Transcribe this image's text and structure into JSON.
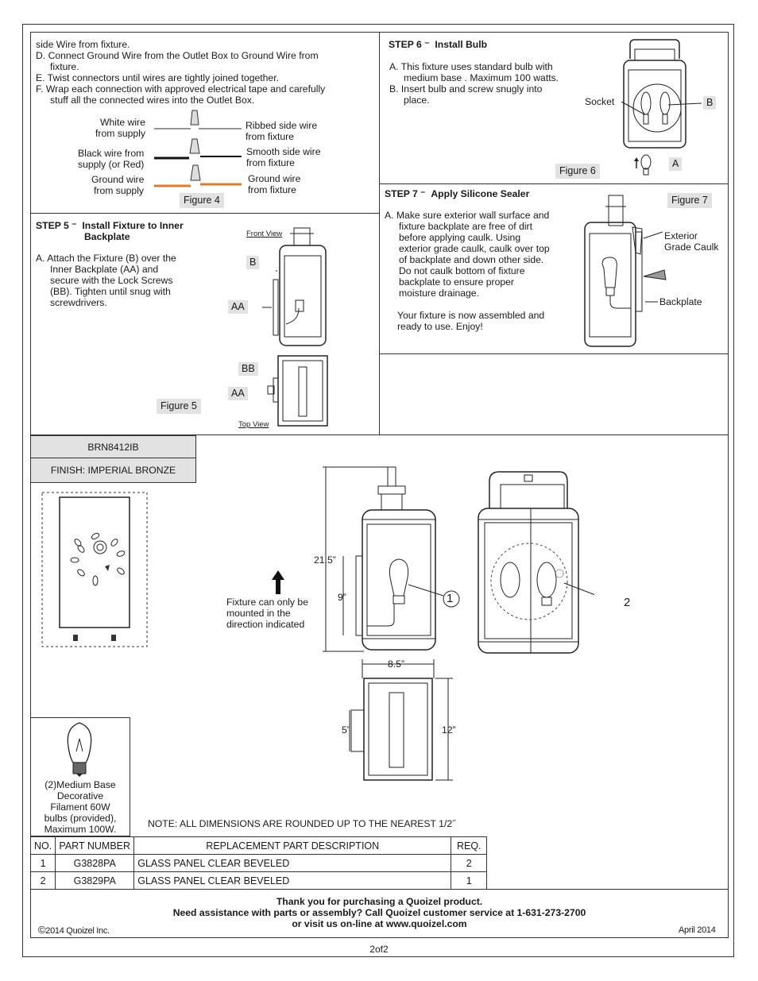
{
  "top_left": {
    "lines": [
      "side Wire from fixture.",
      "D. Connect Ground Wire from the Outlet Box to Ground Wire from",
      "fixture.",
      "E. Twist connectors until wires are tightly joined together.",
      "F. Wrap each connection with approved electrical tape and carefully",
      "stuff all the connected wires into the Outlet Box."
    ],
    "wires": {
      "white_l1": "White wire",
      "white_l2": "from supply",
      "black_l1": "Black wire from",
      "black_l2": "supply (or Red)",
      "ground_l1": "Ground wire",
      "ground_l2": "from supply",
      "ribbed_l1": "Ribbed side wire",
      "ribbed_l2": "from fixture",
      "smooth_l1": "Smooth side wire",
      "smooth_l2": "from fixture",
      "gfix_l1": "Ground wire",
      "gfix_l2": "from fixture"
    },
    "figure": "Figure 4",
    "colors": {
      "ground": "#e07b2a",
      "black": "#111111"
    }
  },
  "step5": {
    "num": "STEP 5",
    "title_l1": "Install Fixture to Inner",
    "title_l2": "Backplate",
    "lines": [
      "A. Attach the Fixture (B) over the",
      "Inner Backplate (AA) and",
      "secure with the Lock Screws",
      "(BB). Tighten until snug with",
      "screwdrivers."
    ],
    "front_view": "Front View",
    "top_view": "Top View",
    "label_b": "B",
    "label_aa": "AA",
    "label_bb": "BB",
    "label_aa2": "AA",
    "figure": "Figure 5"
  },
  "step6": {
    "num": "STEP 6",
    "title": "Install Bulb",
    "lines": [
      "A.  This fixture uses standard bulb with",
      "medium base . Maximum 100 watts.",
      "B.  Insert bulb and screw snugly into",
      "place."
    ],
    "socket": "Socket",
    "label_b": "B",
    "label_a": "A",
    "figure": "Figure 6"
  },
  "step7": {
    "num": "STEP 7",
    "title": "Apply Silicone Sealer",
    "lines": [
      "A. Make sure exterior wall surface and",
      "fixture backplate  are free of dirt",
      "before applying caulk. Using",
      "exterior grade caulk, caulk over top",
      "of backplate and down other side.",
      "Do not caulk bottom of fixture",
      "backplate to ensure proper",
      "moisture drainage."
    ],
    "closing_l1": "Your fixture is now assembled and",
    "closing_l2": "ready to use. Enjoy!",
    "caulk_l1": "Exterior",
    "caulk_l2": "Grade Caulk",
    "backplate": "Backplate",
    "figure": "Figure 7"
  },
  "product": {
    "model": "BRN8412IB",
    "finish": "FINISH: IMPERIAL BRONZE",
    "bulb_lines": [
      "(2)Medium Base",
      "Decorative",
      "Filament 60W",
      "bulbs (provided),",
      "Maximum 100W."
    ],
    "direction_l1": "Fixture can only be",
    "direction_l2": "mounted in the",
    "direction_l3": "direction indicated",
    "dims": {
      "height": "21.5”",
      "backplate": "9”",
      "width": "8.5”",
      "depth": "12”",
      "ext": "5”"
    },
    "callout_1": "1",
    "callout_2": "2",
    "note": "NOTE:  ALL DIMENSIONS ARE ROUNDED UP TO THE NEAREST  1/2˝"
  },
  "parts_table": {
    "headers": [
      "NO.",
      "PART NUMBER",
      "REPLACEMENT PART DESCRIPTION",
      "REQ."
    ],
    "rows": [
      [
        "1",
        "G3828PA",
        "GLASS PANEL CLEAR BEVELED",
        "2"
      ],
      [
        "2",
        "G3829PA",
        "GLASS PANEL CLEAR BEVELED",
        "1"
      ]
    ]
  },
  "footer": {
    "thanks": "Thank you for purchasing a Quoizel product.",
    "assist": "Need assistance with parts or assembly? Call Quoizel customer service at 1-631-273-2700",
    "online": "or visit us on-line at www.quoizel.com",
    "copyright": "2014  Quoizel Inc.",
    "date": "April 2014",
    "page": "2of2"
  }
}
